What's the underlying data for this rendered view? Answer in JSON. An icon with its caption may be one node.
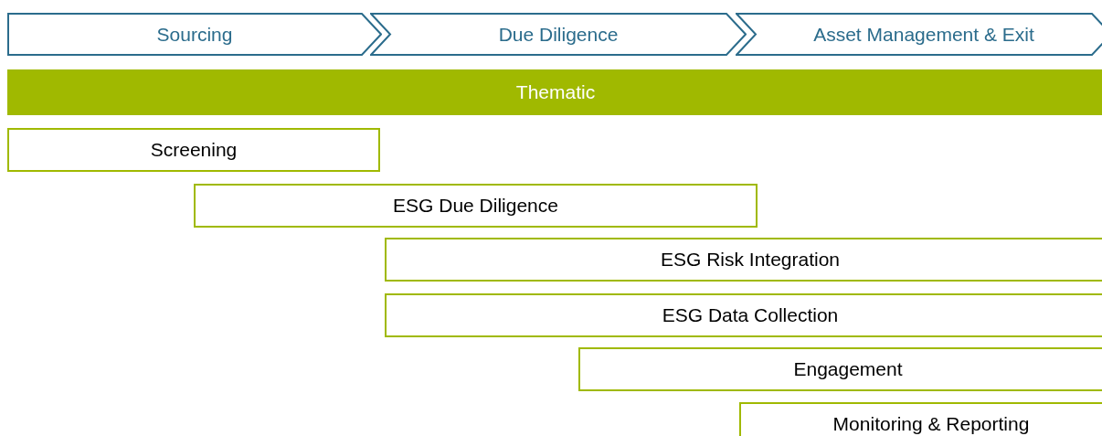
{
  "diagram": {
    "nodes": [
      {
        "text": [
          "Sourcing"
        ]
      },
      {
        "text": [
          "Due Diligence"
        ]
      },
      {
        "text": [
          "Asset Management & Exit"
        ]
      },
      {
        "text": [
          "Thematic"
        ]
      },
      {
        "text": [
          "Screening"
        ]
      },
      {
        "text": [
          "ESG Due Diligence"
        ]
      },
      {
        "text": [
          "ESG Risk Integration"
        ]
      },
      {
        "text": [
          "ESG Data Collection"
        ]
      },
      {
        "text": [
          "Engagement"
        ]
      },
      {
        "text": [
          "Monitoring & Reporting"
        ]
      }
    ]
  }
}
